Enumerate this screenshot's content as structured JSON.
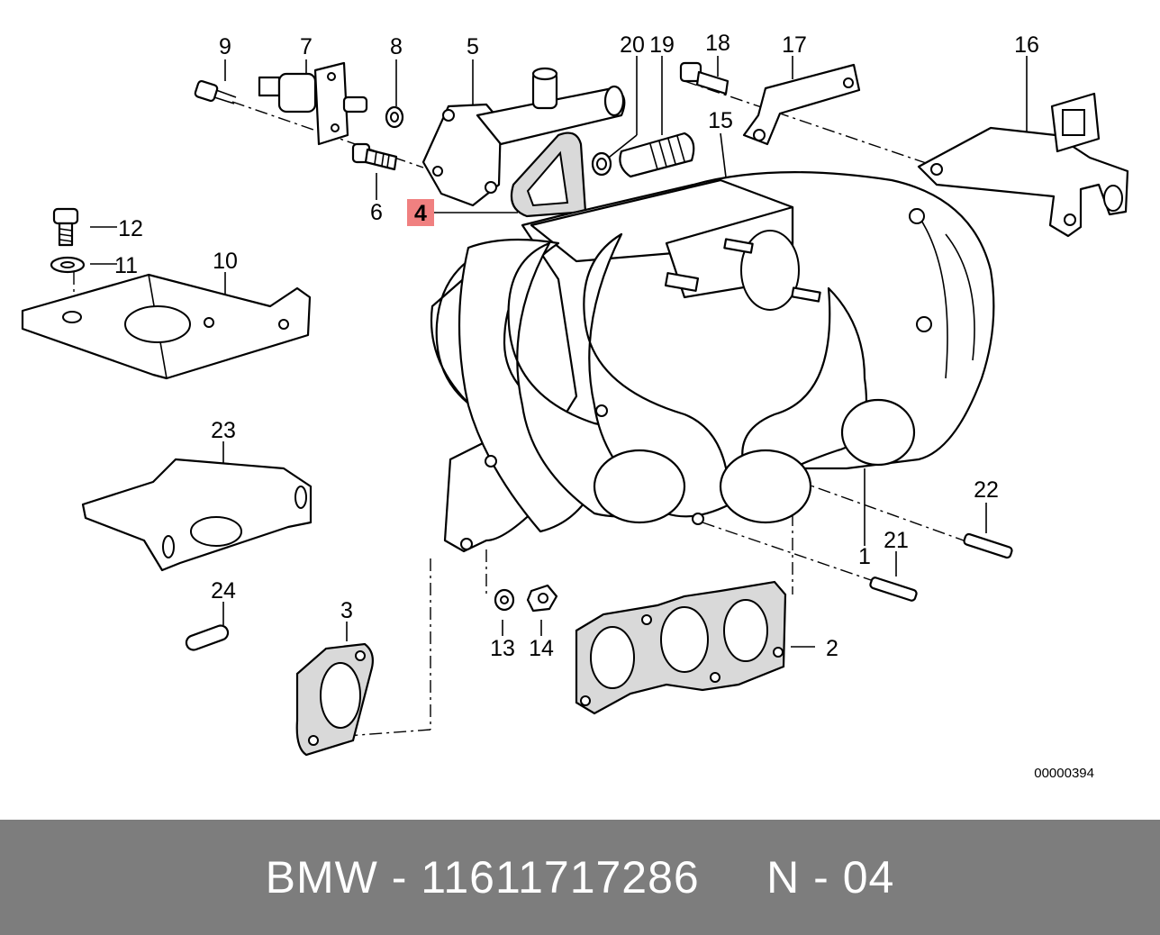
{
  "diagram": {
    "callouts": [
      {
        "id": "9",
        "text": "9"
      },
      {
        "id": "7",
        "text": "7"
      },
      {
        "id": "8",
        "text": "8"
      },
      {
        "id": "5",
        "text": "5"
      },
      {
        "id": "20",
        "text": "20"
      },
      {
        "id": "19",
        "text": "19"
      },
      {
        "id": "18",
        "text": "18"
      },
      {
        "id": "17",
        "text": "17"
      },
      {
        "id": "16",
        "text": "16"
      },
      {
        "id": "15",
        "text": "15"
      },
      {
        "id": "6",
        "text": "6"
      },
      {
        "id": "4",
        "text": "4"
      },
      {
        "id": "12",
        "text": "12"
      },
      {
        "id": "11",
        "text": "11"
      },
      {
        "id": "10",
        "text": "10"
      },
      {
        "id": "23",
        "text": "23"
      },
      {
        "id": "24",
        "text": "24"
      },
      {
        "id": "3",
        "text": "3"
      },
      {
        "id": "13",
        "text": "13"
      },
      {
        "id": "14",
        "text": "14"
      },
      {
        "id": "2",
        "text": "2"
      },
      {
        "id": "1",
        "text": "1"
      },
      {
        "id": "21",
        "text": "21"
      },
      {
        "id": "22",
        "text": "22"
      }
    ],
    "highlighted_part": "4",
    "highlight_color": "#f08080",
    "reference_number": "00000394"
  },
  "footer": {
    "text": "BMW - 11611717286     N - 04",
    "background_color": "#7d7d7d",
    "text_color": "#ffffff"
  }
}
